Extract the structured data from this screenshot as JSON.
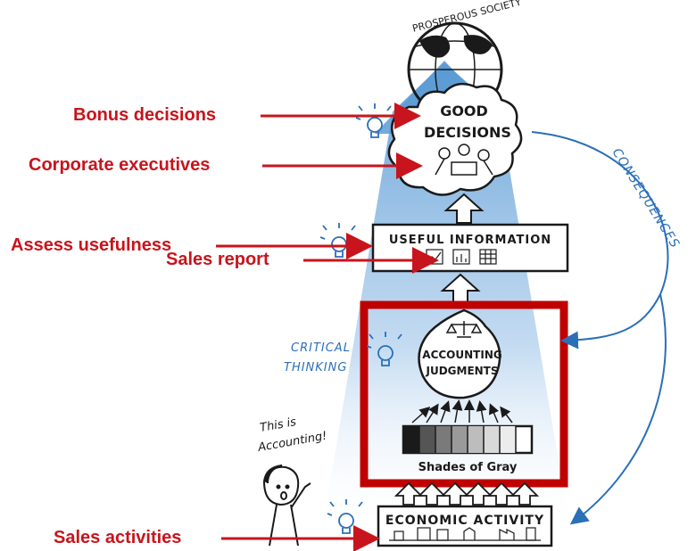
{
  "labels": {
    "bonus_decisions": "Bonus decisions",
    "corporate_executives": "Corporate executives",
    "assess_usefulness": "Assess usefulness",
    "sales_report": "Sales report",
    "sales_activities": "Sales activities"
  },
  "sketch": {
    "prosperous_society": "PROSPEROUS SOCIETY",
    "good": "GOOD",
    "decisions": "DECISIONS",
    "useful_information": "USEFUL INFORMATION",
    "accounting": "ACCOUNTING",
    "judgments": "JUDGMENTS",
    "shades_of_gray": "Shades of Gray",
    "economic_activity": "ECONOMIC ACTIVITY",
    "consequences": "CONSEQUENCES",
    "critical": "CRITICAL",
    "thinking": "THINKING",
    "this_is": "This is",
    "accounting_exclaim": "Accounting!"
  },
  "colors": {
    "label_red": "#c8141c",
    "highlight_red": "#c00000",
    "sketch_blue": "#2a6fb8",
    "beam_blue": "#6fa8dc",
    "ink": "#1a1a1a"
  },
  "icons": [
    "lightbulb-icon",
    "globe-icon",
    "scale-icon",
    "chart-icon",
    "people-icon",
    "factory-icon"
  ]
}
